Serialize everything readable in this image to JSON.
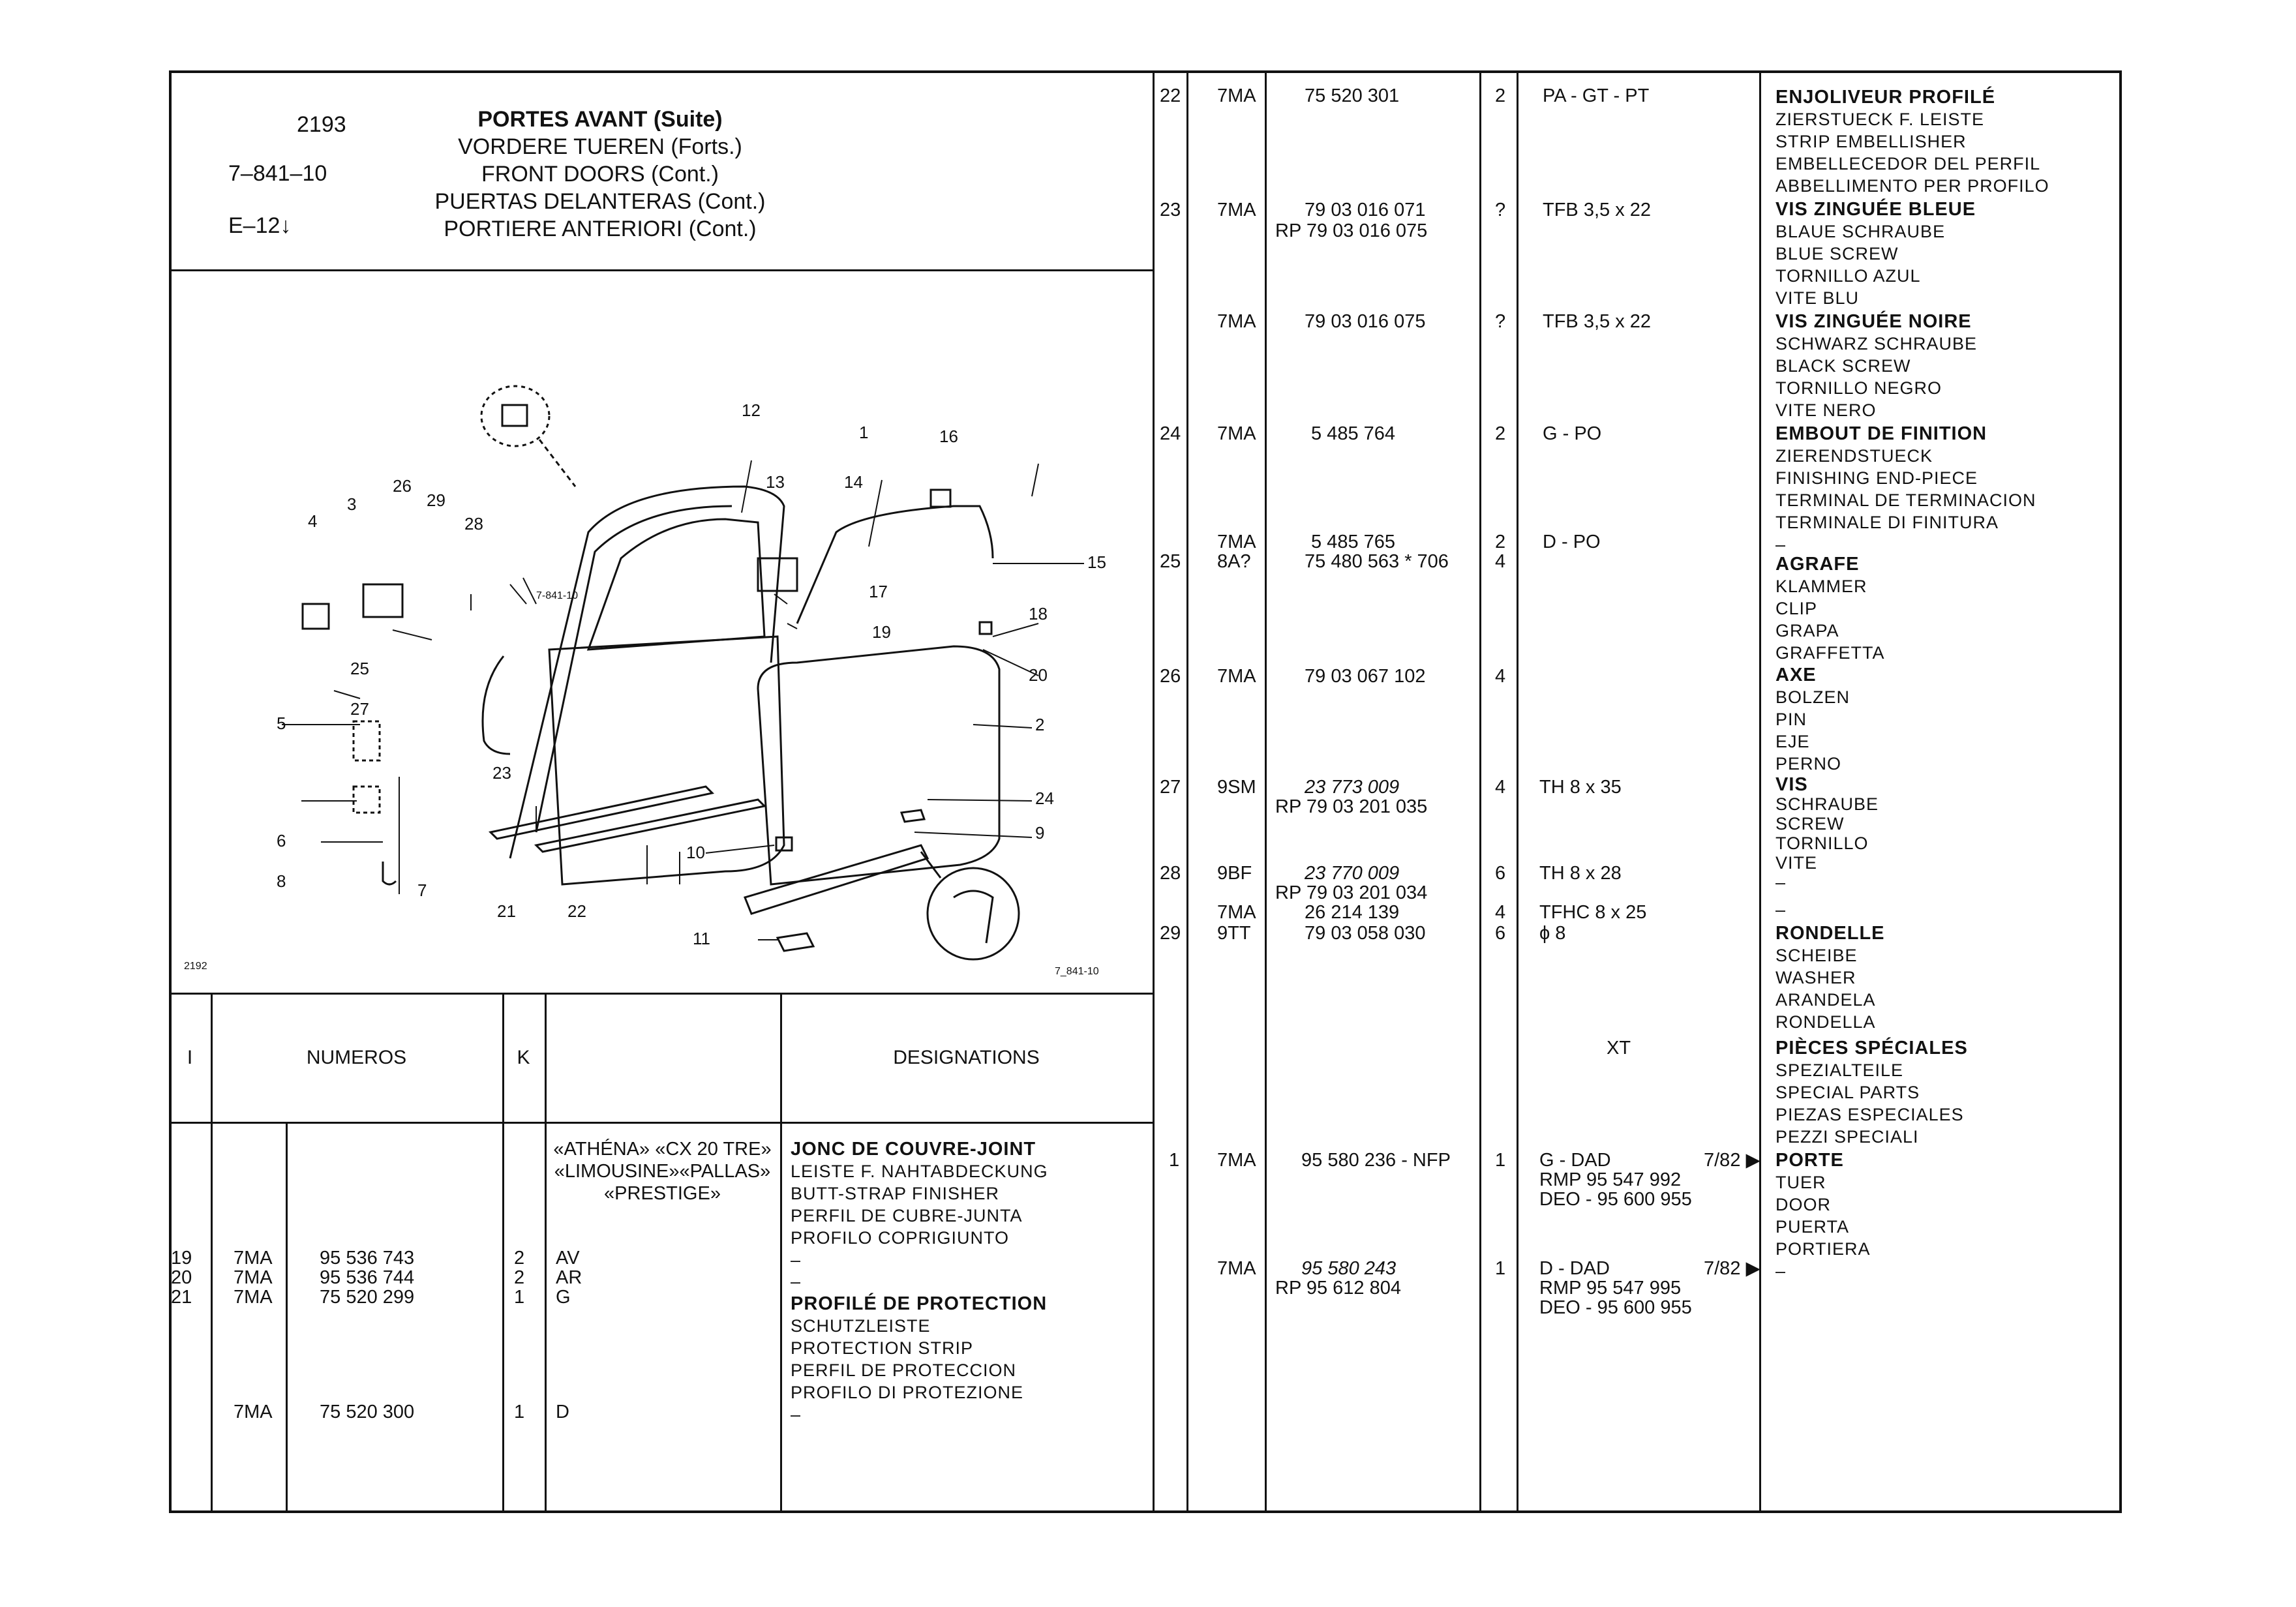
{
  "header": {
    "page_number": "2193",
    "ref_code": "7–841–10",
    "grid_ref": "E–12",
    "arrow": "↓",
    "titles": [
      "PORTES AVANT (Suite)",
      "VORDERE TUEREN (Forts.)",
      "FRONT DOORS (Cont.)",
      "PUERTAS DELANTERAS (Cont.)",
      "PORTIERE ANTERIORI (Cont.)"
    ]
  },
  "diagram": {
    "corner_left": "2192",
    "corner_right": "7_841-10",
    "inset_label": "7-841-10",
    "callouts": [
      "1",
      "2",
      "3",
      "4",
      "5",
      "6",
      "7",
      "8",
      "9",
      "10",
      "11",
      "12",
      "13",
      "14",
      "15",
      "16",
      "17",
      "18",
      "19",
      "20",
      "21",
      "22",
      "23",
      "24",
      "25",
      "26",
      "27",
      "28",
      "29"
    ]
  },
  "left_table": {
    "headers": {
      "i": "I",
      "numeros": "NUMEROS",
      "k": "K",
      "designations": "DESIGNATIONS"
    },
    "model_note": [
      "«ATHÉNA» «CX 20 TRE»",
      "«LIMOUSINE»«PALLAS»",
      "«PRESTIGE»"
    ],
    "groups": [
      {
        "designation": [
          "JONC DE COUVRE-JOINT",
          "LEISTE F. NAHTABDECKUNG",
          "BUTT-STRAP FINISHER",
          "PERFIL DE CUBRE-JUNTA",
          "PROFILO COPRIGIUNTO",
          "–"
        ]
      },
      {
        "designation": [
          "–",
          "PROFILÉ DE PROTECTION",
          "SCHUTZLEISTE",
          "PROTECTION STRIP",
          "PERFIL DE PROTECCION",
          "PROFILO DI PROTEZIONE",
          "–"
        ]
      }
    ],
    "rows": [
      {
        "i": "19",
        "code": "7MA",
        "number": "95 536 743",
        "qty": "2",
        "note": "AV"
      },
      {
        "i": "20",
        "code": "7MA",
        "number": "95 536 744",
        "qty": "2",
        "note": "AR"
      },
      {
        "i": "21",
        "code": "7MA",
        "number": "75 520 299",
        "qty": "1",
        "note": "G"
      },
      {
        "i": "",
        "code": "7MA",
        "number": "75 520 300",
        "qty": "1",
        "note": "D"
      }
    ]
  },
  "right_table": {
    "rows": [
      {
        "i": "22",
        "code": "7MA",
        "number": "75 520 301",
        "qty": "2",
        "note": "PA - GT - PT",
        "designation": [
          "ENJOLIVEUR PROFILÉ",
          "ZIERSTUECK F. LEISTE",
          "STRIP EMBELLISHER",
          "EMBELLECEDOR DEL PERFIL",
          "ABBELLIMENTO PER PROFILO"
        ]
      },
      {
        "i": "23",
        "code": "7MA",
        "number": "79 03 016 071",
        "number2": "RP 79 03 016 075",
        "qty": "?",
        "note": "TFB 3,5 x 22",
        "designation": [
          "VIS ZINGUÉE BLEUE",
          "BLAUE SCHRAUBE",
          "BLUE SCREW",
          "TORNILLO AZUL",
          "VITE BLU"
        ]
      },
      {
        "i": "",
        "code": "7MA",
        "number": "79 03 016 075",
        "qty": "?",
        "note": "TFB 3,5 x 22",
        "designation": [
          "VIS ZINGUÉE NOIRE",
          "SCHWARZ SCHRAUBE",
          "BLACK SCREW",
          "TORNILLO NEGRO",
          "VITE NERO"
        ]
      },
      {
        "i": "24",
        "code": "7MA",
        "number": "5 485 764",
        "qty": "2",
        "note": "G - PO",
        "designation": [
          "EMBOUT DE FINITION",
          "ZIERENDSTUECK",
          "FINISHING END-PIECE",
          "TERMINAL DE TERMINACION",
          "TERMINALE DI FINITURA",
          "–"
        ]
      },
      {
        "i": "",
        "code": "7MA",
        "number": "5 485 765",
        "qty": "2",
        "note": "D - PO"
      },
      {
        "i": "25",
        "code": "8A?",
        "number": "75 480 563 * 706",
        "qty": "4",
        "designation": [
          "AGRAFE",
          "KLAMMER",
          "CLIP",
          "GRAPA",
          "GRAFFETTA"
        ]
      },
      {
        "i": "26",
        "code": "7MA",
        "number": "79 03 067 102",
        "qty": "4",
        "designation": [
          "AXE",
          "BOLZEN",
          "PIN",
          "EJE",
          "PERNO"
        ]
      },
      {
        "i": "27",
        "code": "9SM",
        "number": "23 773 009",
        "number2": "RP 79 03 201 035",
        "qty": "4",
        "note": "TH 8 x 35",
        "designation": [
          "VIS",
          "SCHRAUBE",
          "SCREW",
          "TORNILLO",
          "VITE",
          "–"
        ]
      },
      {
        "i": "28",
        "code": "9BF",
        "number": "23 770 009",
        "number2": "RP 79 03 201 034",
        "qty": "6",
        "note": "TH 8 x 28"
      },
      {
        "i": "",
        "code": "7MA",
        "number": "26 214 139",
        "qty": "4",
        "note": "TFHC 8 x 25",
        "designation": [
          "–"
        ]
      },
      {
        "i": "29",
        "code": "9TT",
        "number": "79 03 058 030",
        "qty": "6",
        "note": "ϕ 8",
        "designation": [
          "RONDELLE",
          "SCHEIBE",
          "WASHER",
          "ARANDELA",
          "RONDELLA"
        ]
      },
      {
        "note_center": "XT",
        "designation": [
          "PIÈCES SPÉCIALES",
          "SPEZIALTEILE",
          "SPECIAL PARTS",
          "PIEZAS ESPECIALES",
          "PEZZI SPECIALI"
        ]
      },
      {
        "i": "1",
        "code": "7MA",
        "number": "95 580 236 - NFP",
        "qty": "1",
        "note": "G - DAD",
        "date": "7/82 ▶",
        "note2": "RMP 95 547 992",
        "note3": "DEO - 95 600 955",
        "designation": [
          "PORTE",
          "TUER",
          "DOOR",
          "PUERTA",
          "PORTIERA",
          "–"
        ]
      },
      {
        "i": "",
        "code": "7MA",
        "number": "95 580 243",
        "number2": "RP 95 612 804",
        "qty": "1",
        "note": "D - DAD",
        "date": "7/82 ▶",
        "note2": "RMP 95 547 995",
        "note3": "DEO - 95 600 955"
      }
    ]
  }
}
